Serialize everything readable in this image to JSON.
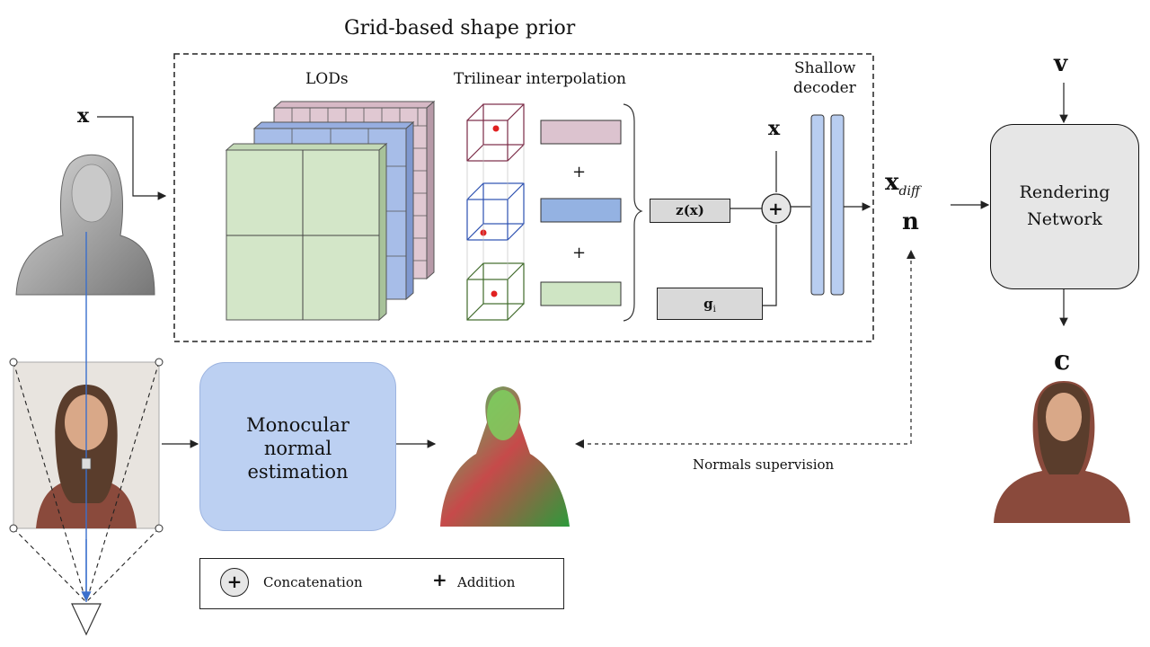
{
  "title": "Grid-based shape prior",
  "labels": {
    "lods": "LODs",
    "trilinear": "Trilinear interpolation",
    "shallow_decoder_1": "Shallow",
    "shallow_decoder_2": "decoder",
    "x_input": "x",
    "x_decoder": "x",
    "z_x": "z(x)",
    "g_i": "g",
    "g_sub": "i",
    "plus1": "+",
    "plus2": "+",
    "concat_symbol": "+",
    "x_diff": "x",
    "x_diff_sub": "diff",
    "n": "n",
    "v": "v",
    "c": "c",
    "rendering_network_1": "Rendering",
    "rendering_network_2": "Network",
    "monocular_1": "Monocular",
    "monocular_2": "normal",
    "monocular_3": "estimation",
    "normals_supervision": "Normals supervision"
  },
  "legend": {
    "concat_symbol": "+",
    "concat_label": "Concatenation",
    "add_symbol": "+",
    "add_label": "Addition"
  },
  "colors": {
    "lod_pink": "#e0c8d2",
    "lod_blue": "#a7bde8",
    "lod_green": "#d3e6c8",
    "feat_pink": "#dcc3cf",
    "feat_blue": "#94b2e2",
    "feat_green": "#cfe5c4",
    "decoder": "#b8cdf0",
    "mono_box": "#bcd0f2",
    "arrow_blue": "#3a6fcc",
    "red_dot": "#e02020"
  }
}
